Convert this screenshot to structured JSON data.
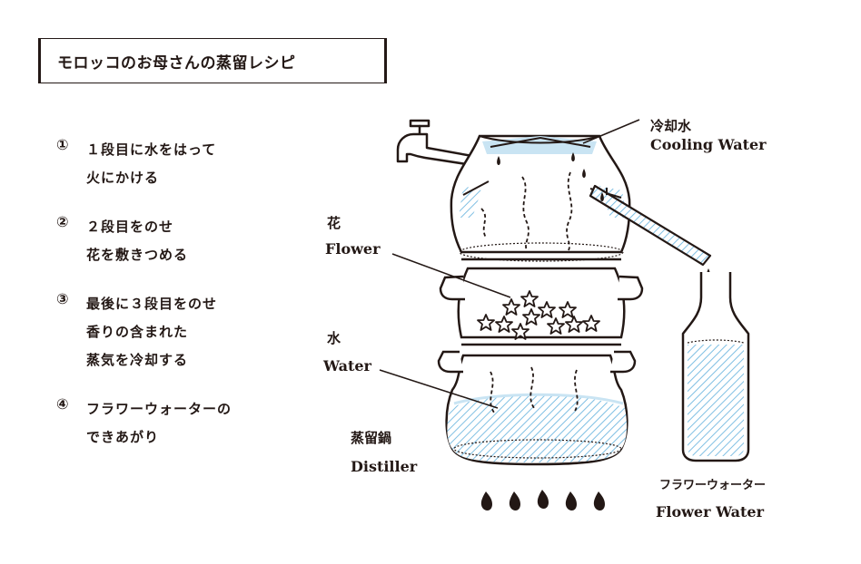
{
  "title": "モロッコのお母さんの蒸留レシピ",
  "steps": [
    {
      "num": "①",
      "lines": [
        "１段目に水をはって",
        "火にかける"
      ]
    },
    {
      "num": "②",
      "lines": [
        "２段目をのせ",
        "花を敷きつめる"
      ]
    },
    {
      "num": "③",
      "lines": [
        "最後に３段目をのせ",
        "香りの含まれた",
        "蒸気を冷却する"
      ]
    },
    {
      "num": "④",
      "lines": [
        "フラワーウォーターの",
        "できあがり"
      ]
    }
  ],
  "labels": {
    "cooling_ja": "冷却水",
    "cooling_en": "Cooling Water",
    "flower_ja": "花",
    "flower_en": "Flower",
    "water_ja": "水",
    "water_en": "Water",
    "distiller_ja": "蒸留鍋",
    "distiller_en": "Distiller",
    "flowerwater_ja": "フラワーウォーター",
    "flowerwater_en": "Flower Water"
  },
  "colors": {
    "ink": "#231815",
    "water_blue": "#c9e4f3",
    "hatch_blue": "#7fbfe3"
  }
}
